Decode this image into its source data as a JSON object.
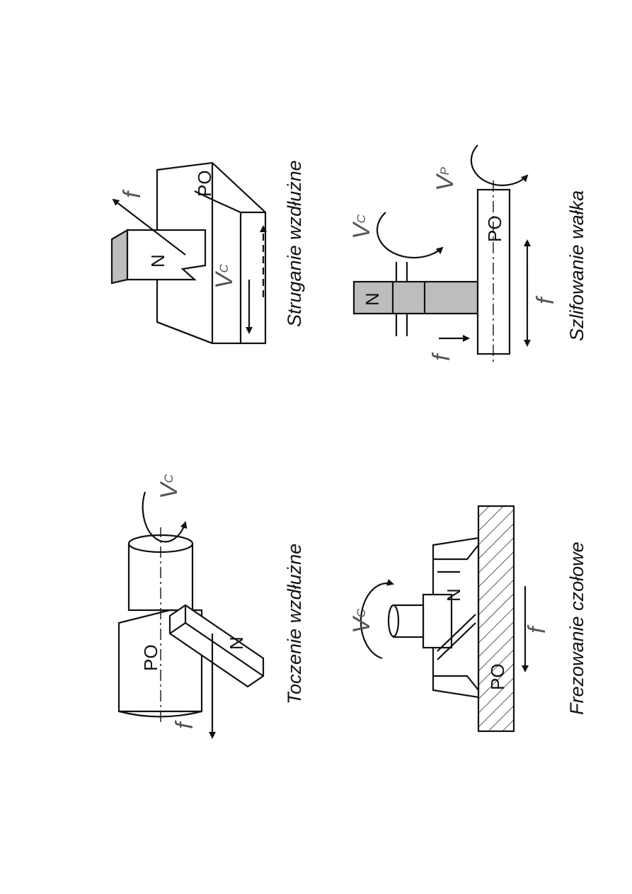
{
  "panels": {
    "turning": {
      "caption": "Toczenie wzdłużne",
      "workpiece": "PO",
      "tool": "N",
      "cutting_speed": "V",
      "cutting_speed_sub": "C",
      "feed": "f"
    },
    "milling": {
      "caption": "Frezowanie czołowe",
      "workpiece": "PO",
      "tool": "N",
      "cutting_speed": "V",
      "cutting_speed_sub": "C",
      "feed": "f"
    },
    "planing": {
      "caption": "Struganie wzdłużne",
      "workpiece": "PO",
      "tool": "N",
      "cutting_speed": "V",
      "cutting_speed_sub": "C",
      "feed": "f"
    },
    "grinding": {
      "caption": "Szlifowanie wałka",
      "workpiece": "PO",
      "tool": "N",
      "cutting_speed": "V",
      "cutting_speed_sub": "C",
      "workpiece_speed": "V",
      "workpiece_speed_sub": "P",
      "feed_tool": "f",
      "feed_axial": "f"
    }
  }
}
